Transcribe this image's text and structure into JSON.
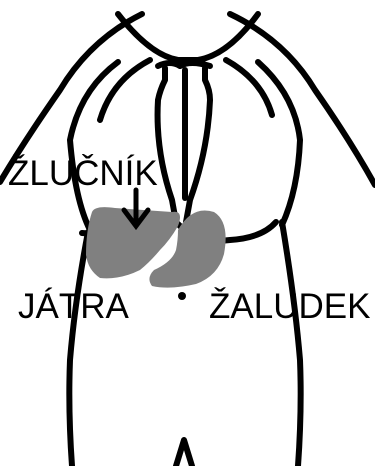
{
  "labels": {
    "gallbladder": "ŽLUČNÍK",
    "liver": "JÁTRA",
    "stomach": "ŽALUDEK"
  },
  "colors": {
    "outline": "#000000",
    "organ_fill": "#808080",
    "background": "#ffffff"
  }
}
